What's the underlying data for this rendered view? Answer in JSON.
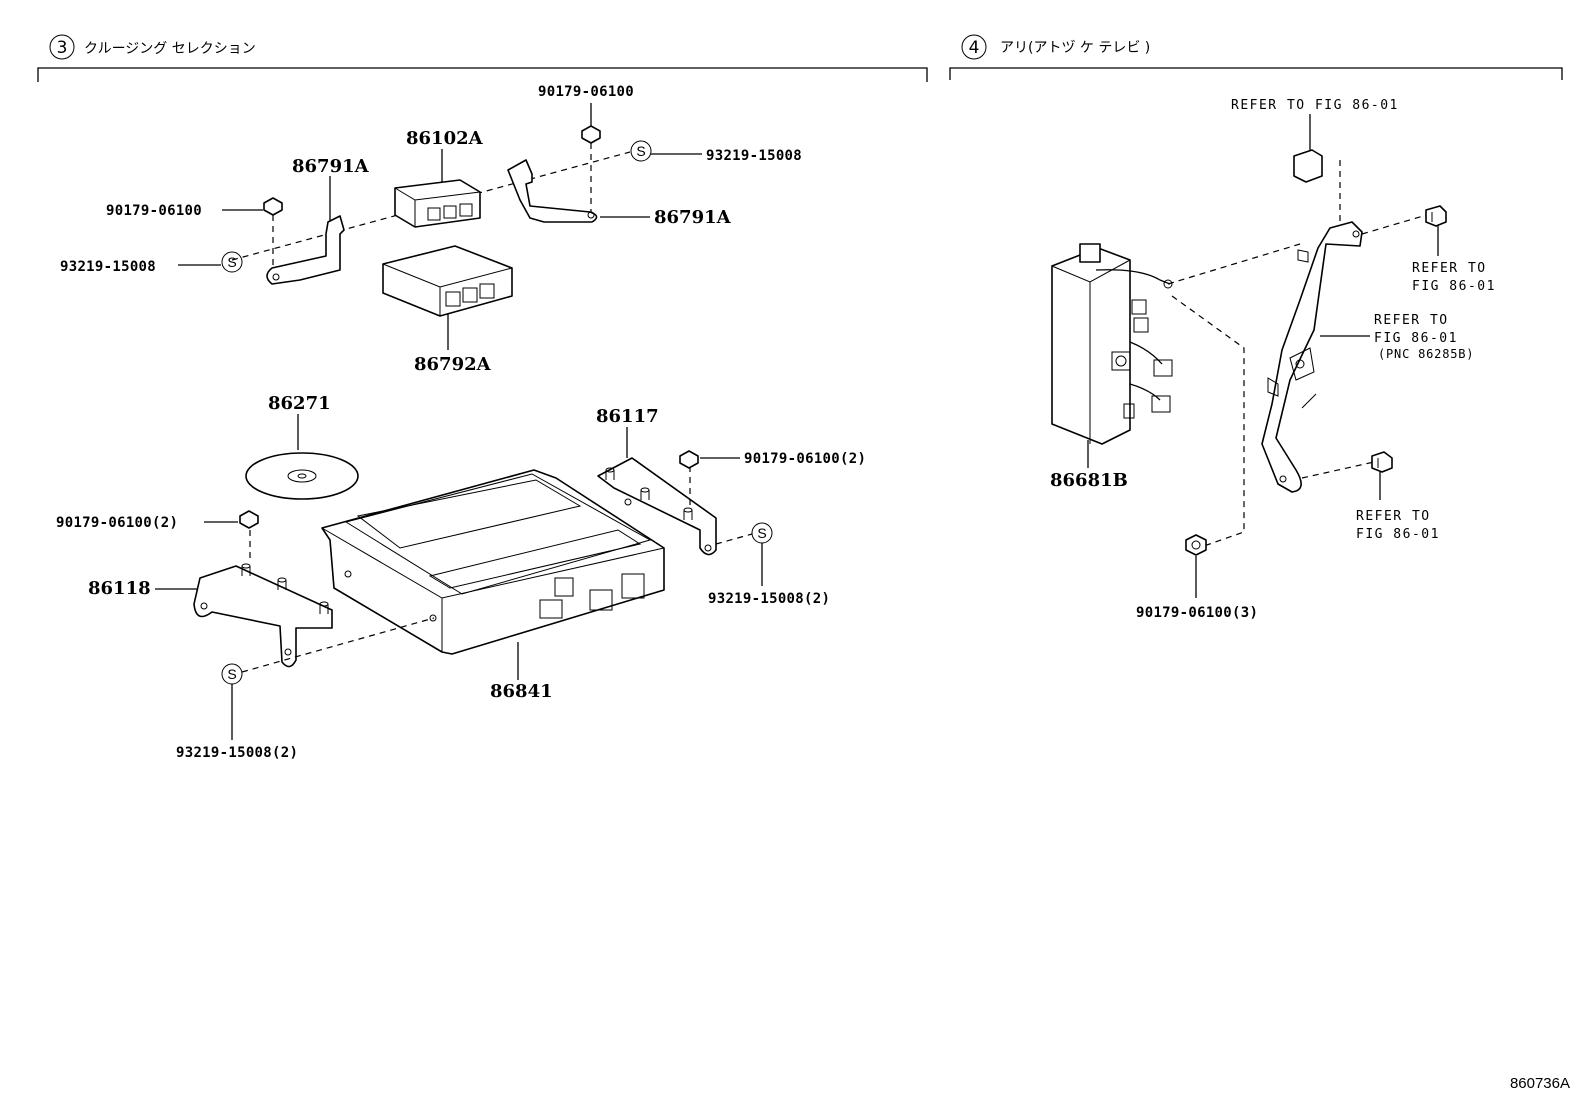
{
  "sections": [
    {
      "number": "3",
      "title": "クルージング セレクション"
    },
    {
      "number": "4",
      "title": "アリ(アトヅ ケ テレビ )"
    }
  ],
  "s_mark": "S",
  "left_labels": {
    "bolt_top": "90179-06100",
    "module_86102a": "86102A",
    "clip_right": "93219-15008",
    "bracket_left_86791a": "86791A",
    "bolt_left": "90179-06100",
    "bracket_right_86791a": "86791A",
    "clip_left": "93219-15008",
    "module_86792a": "86792A",
    "disc_86271": "86271",
    "bracket_86117": "86117",
    "bolt_86117": "90179-06100(2)",
    "bolt_86118": "90179-06100(2)",
    "bracket_86118": "86118",
    "clip_86117": "93219-15008(2)",
    "unit_86841": "86841",
    "clip_86118": "93219-15008(2)"
  },
  "right_labels": {
    "refer_top": "REFER TO FIG 86-01",
    "refer_bolt_a1": "REFER TO",
    "refer_bolt_a2": "FIG 86-01",
    "refer_bracket1": "REFER TO",
    "refer_bracket2": "FIG 86-01",
    "refer_bracket3": "(PNC 86285B)",
    "module_86681b": "86681B",
    "refer_bolt_b1": "REFER TO",
    "refer_bolt_b2": "FIG 86-01",
    "nut": "90179-06100(3)"
  },
  "figure_id": "860736A"
}
